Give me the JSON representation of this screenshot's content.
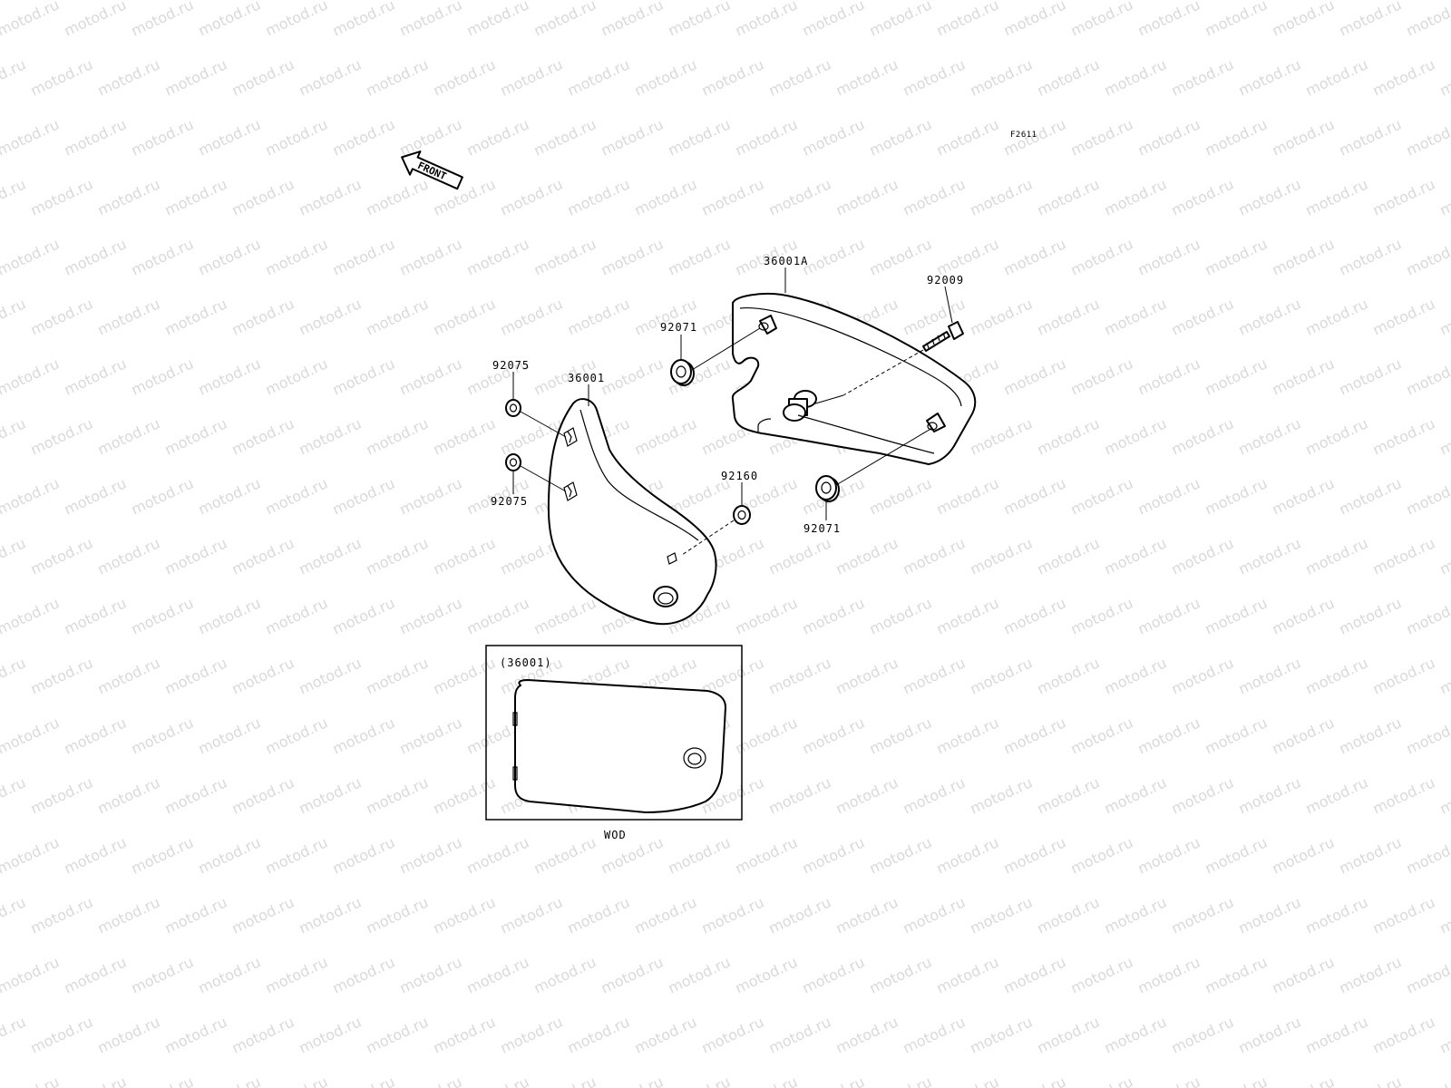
{
  "watermark": {
    "text": "motod.ru",
    "color": "#d9d9d9"
  },
  "figure_code": "F2611",
  "front_arrow": {
    "label": "FRONT"
  },
  "callouts": {
    "p36001A": "36001A",
    "p92009": "92009",
    "p92071_top": "92071",
    "p92075_top": "92075",
    "p36001": "36001",
    "p92075_bottom": "92075",
    "p92160": "92160",
    "p92071_bottom": "92071"
  },
  "inset": {
    "part_label": "(36001)",
    "variant_label": "WOD"
  }
}
